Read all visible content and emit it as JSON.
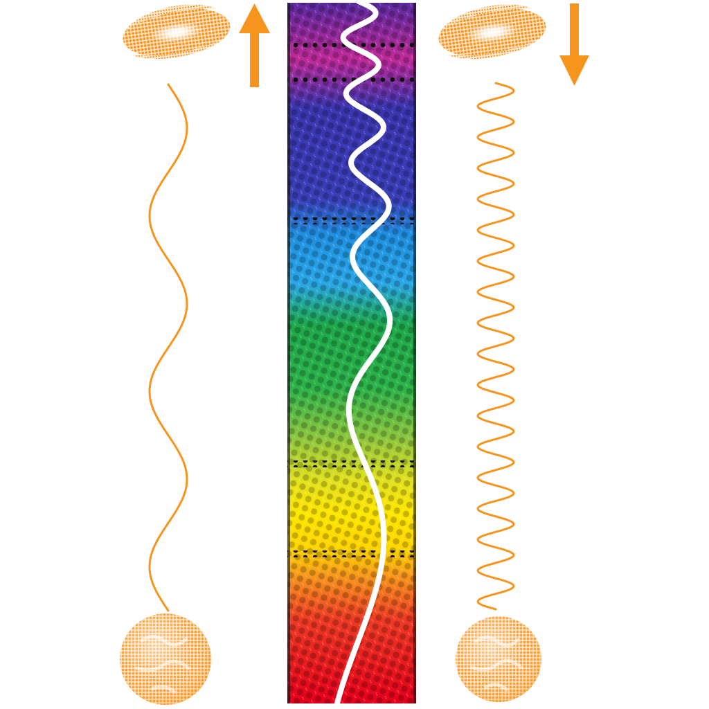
{
  "colors": {
    "accent": "#F7941D",
    "accent_light": "#FBC98A",
    "background": "#FFFFFF",
    "light_wave": "#FFFFFF",
    "halftone_dark": "#111111",
    "spectrum_bands": [
      "#4B2A9A",
      "#2E3FB0",
      "#1F8FE0",
      "#1EA84A",
      "#8CC63F",
      "#FFE600",
      "#F7941D",
      "#E4001B"
    ]
  },
  "panels": {
    "left": {
      "galaxy_icon": "spiral-galaxy-icon",
      "arrow_icon": "arrow-up-icon",
      "arrow_direction": "up",
      "wave_oscillations": 3,
      "planet_icon": "planet-icon"
    },
    "center": {
      "strip_icon": "color-spectrum-strip",
      "wave_icon": "light-wave-icon"
    },
    "right": {
      "galaxy_icon": "spiral-galaxy-icon",
      "arrow_icon": "arrow-down-icon",
      "arrow_direction": "down",
      "wave_oscillations": 17,
      "planet_icon": "planet-icon"
    }
  }
}
